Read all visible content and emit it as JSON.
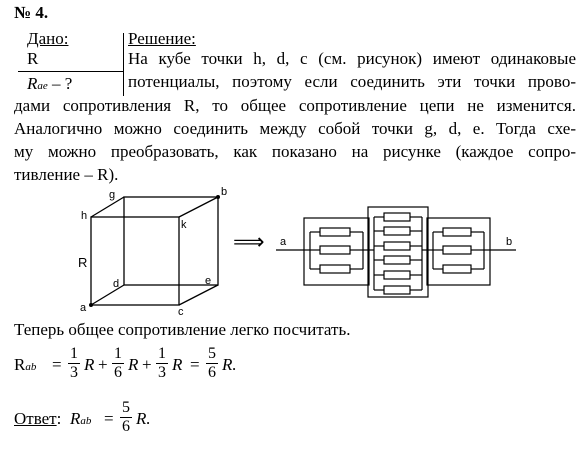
{
  "problem": {
    "number": "№ 4.",
    "given_label": "Дано:",
    "given_value": "R",
    "find_symbol": "R",
    "find_sub": "ae",
    "find_tail": " – ?",
    "solution_label": "Решение:"
  },
  "solution": {
    "line1": "На кубе точки h, d, c (см. рисунок) имеют одинаковые",
    "line2": "потенциалы, поэтому если соединить эти точки прово-",
    "line3": "дами сопротивления R, то общее сопротивление цепи не изменится.",
    "line4": "Аналогично можно соединить между собой точки g, d, e. Тогда схе-",
    "line5": "му можно преобразовать, как показано на рисунке (каждое сопро-",
    "line6": "тивление – R).",
    "after_figure": "Теперь общее сопротивление легко посчитать."
  },
  "cube_labels": {
    "g": "g",
    "b": "b",
    "h": "h",
    "k": "k",
    "R": "R",
    "d": "d",
    "e": "e",
    "a": "a",
    "c": "c"
  },
  "circuit_labels": {
    "a": "a",
    "b": "b",
    "arrow": "⟹"
  },
  "formula": {
    "lhs": "R",
    "lhs_sub": "ab",
    "eq": "=",
    "f1_num": "1",
    "f1_den": "3",
    "f2_num": "1",
    "f2_den": "6",
    "f3_num": "1",
    "f3_den": "3",
    "f4_num": "5",
    "f4_den": "6",
    "R": "R",
    "plus": "+",
    "end": "R."
  },
  "answer": {
    "label": "Ответ",
    "colon": ":",
    "R": "R",
    "sub": "ab",
    "eq": "=",
    "num": "5",
    "den": "6",
    "end": "R."
  }
}
